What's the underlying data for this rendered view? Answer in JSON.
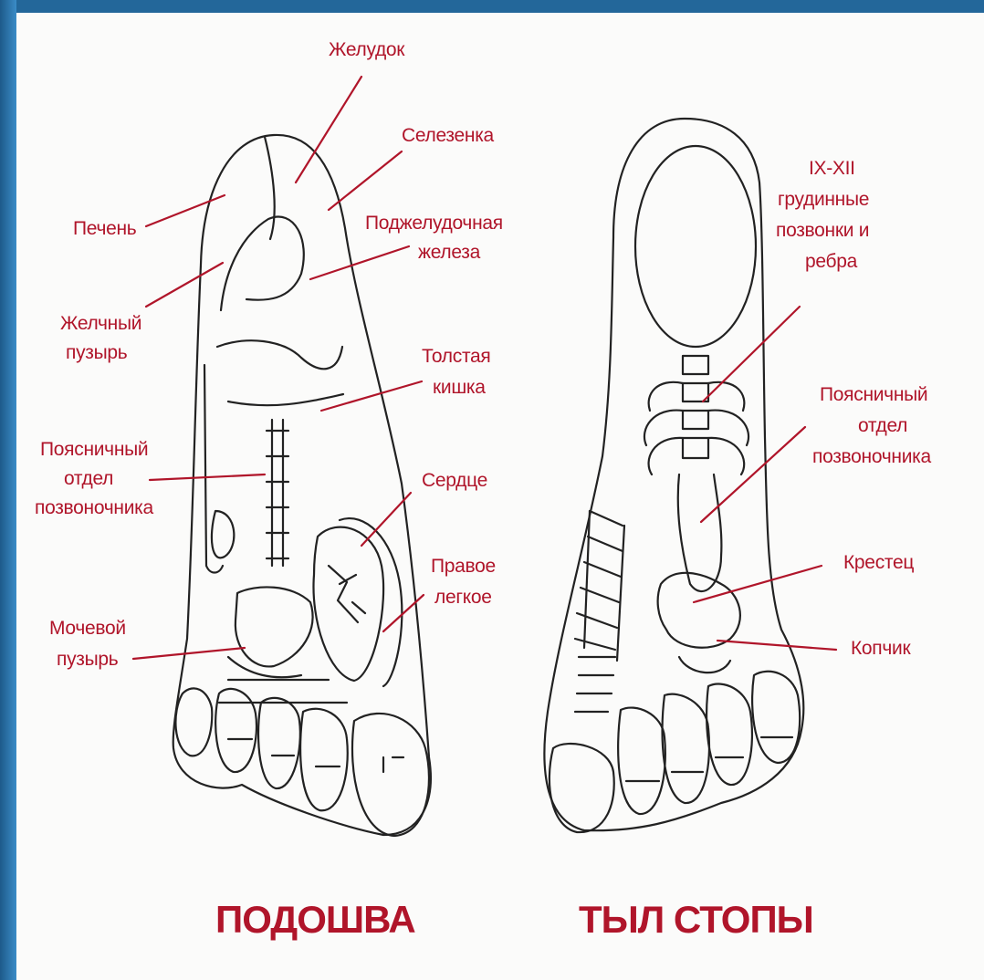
{
  "colors": {
    "label": "#b0152a",
    "outline": "#222222",
    "frame": "#23679a"
  },
  "sole": {
    "caption": "ПОДОШВА",
    "labels": {
      "stomach": "Желудок",
      "spleen": "Селезенка",
      "liver": "Печень",
      "pancreas_1": "Поджелудочная",
      "pancreas_2": "железа",
      "gallbladder_1": "Желчный",
      "gallbladder_2": "пузырь",
      "colon_1": "Толстая",
      "colon_2": "кишка",
      "lumbar_1": "Поясничный",
      "lumbar_2": "отдел",
      "lumbar_3": "позвоночника",
      "heart": "Сердце",
      "right_lung_1": "Правое",
      "right_lung_2": "легкое",
      "bladder_1": "Мочевой",
      "bladder_2": "пузырь"
    }
  },
  "dorsum": {
    "caption": "ТЫЛ СТОПЫ",
    "labels": {
      "thoracic_1": "IX-XII",
      "thoracic_2": "грудинные",
      "thoracic_3": "позвонки и",
      "thoracic_4": "ребра",
      "lumbar_1": "Поясничный",
      "lumbar_2": "отдел",
      "lumbar_3": "позвоночника",
      "sacrum": "Крестец",
      "coccyx": "Копчик"
    }
  }
}
